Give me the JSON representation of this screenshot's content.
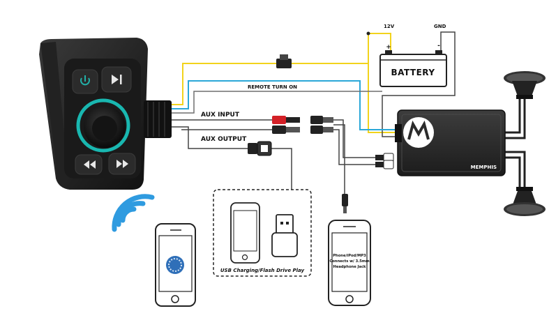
{
  "labels": {
    "v12": "12V",
    "gnd": "GND",
    "plus": "+",
    "minus": "-",
    "battery": "BATTERY",
    "remote_turn_on": "REMOTE TURN ON",
    "aux_input": "AUX INPUT",
    "aux_output": "AUX OUTPUT",
    "usb_caption": "USB Charging/Flash Drive Play",
    "phone_line1": "Phone/iPod/MP3",
    "phone_line2": "Connects w/ 3.5mm",
    "phone_line3": "Headphone Jack",
    "amp_brand": "MEMPHIS"
  },
  "colors": {
    "wire_yellow": "#f2d31c",
    "wire_cyan": "#2aa7d8",
    "wire_gray": "#6f6f6f",
    "controller_glow": "#19b7b0",
    "bluetooth_blue": "#2f9be0",
    "rca_red": "#d32027",
    "amp_body": "#2b2b2b"
  },
  "icons": [
    "power-icon",
    "play-pause-icon",
    "rewind-icon",
    "fast-forward-icon",
    "bluetooth-wave-icon",
    "usb-plug-icon",
    "fuse-icon"
  ]
}
